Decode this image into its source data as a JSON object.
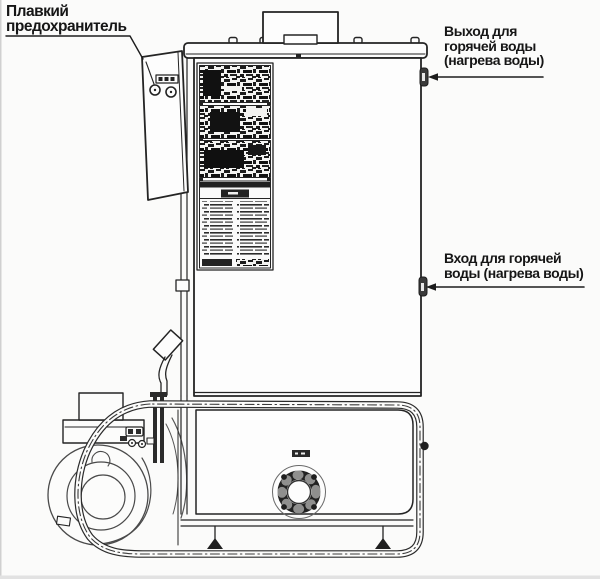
{
  "labels": {
    "fuse": {
      "lines": [
        "Плавкий",
        "предохранитель"
      ]
    },
    "hot_water_outlet": {
      "lines": [
        "Выход для",
        "горячей воды",
        "(нагрева воды)"
      ]
    },
    "hot_water_inlet": {
      "lines": [
        "Вход для горячей",
        "воды (нагрева воды)"
      ]
    }
  },
  "icons": {
    "outlet_arrow": "arrow-left",
    "inlet_arrow": "arrow-left",
    "fuse_leader": "leader-line"
  },
  "colors": {
    "background": "#fbfbfa",
    "ink": "#242424",
    "label_text": "#161616",
    "fitting_fill": "#3a3a3a",
    "dark_fill": "#2b2b2b"
  }
}
